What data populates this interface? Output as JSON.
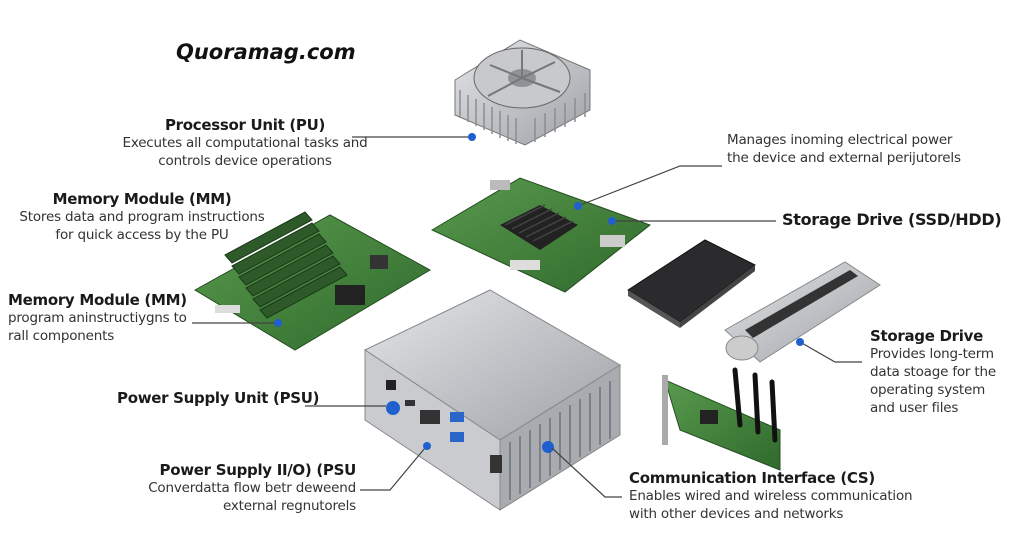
{
  "logo": "Quoramag.com",
  "labels": {
    "processor": {
      "title": "Processor Unit (PU)",
      "desc": [
        "Executes all computational tasks and",
        "controls device operations"
      ]
    },
    "power_mgmt": {
      "desc": [
        "Manages inoming electrical power",
        "the device and external perijutorels"
      ]
    },
    "storage_ssd": {
      "title": "Storage Drive (SSD/HDD)"
    },
    "memory1": {
      "title": "Memory Module (MM)",
      "desc": [
        "Stores data and program instructions",
        "for quick access by the PU"
      ]
    },
    "memory2": {
      "title": "Memory Module (MM)",
      "desc": [
        "program aninstructiygns to",
        "rall components"
      ]
    },
    "storage": {
      "title": "Storage Drive",
      "desc": [
        "Provides long-term",
        "data stoage for the",
        "operating system",
        "and user files"
      ]
    },
    "psu": {
      "title": "Power Supply Unit (PSU)"
    },
    "psu_io": {
      "title": "Power Supply II/O) (PSU",
      "desc": [
        "Converdatta flow betr deweend",
        "external regnutorels"
      ]
    },
    "comm": {
      "title": "Communication Interface (CS)",
      "desc": [
        "Enables wired and wireless communication",
        "with other devices and networks"
      ]
    }
  },
  "colors": {
    "accent_dot": "#1f5fd0",
    "board_green": "#3f7f3a",
    "metal": "#b9bcc0"
  }
}
